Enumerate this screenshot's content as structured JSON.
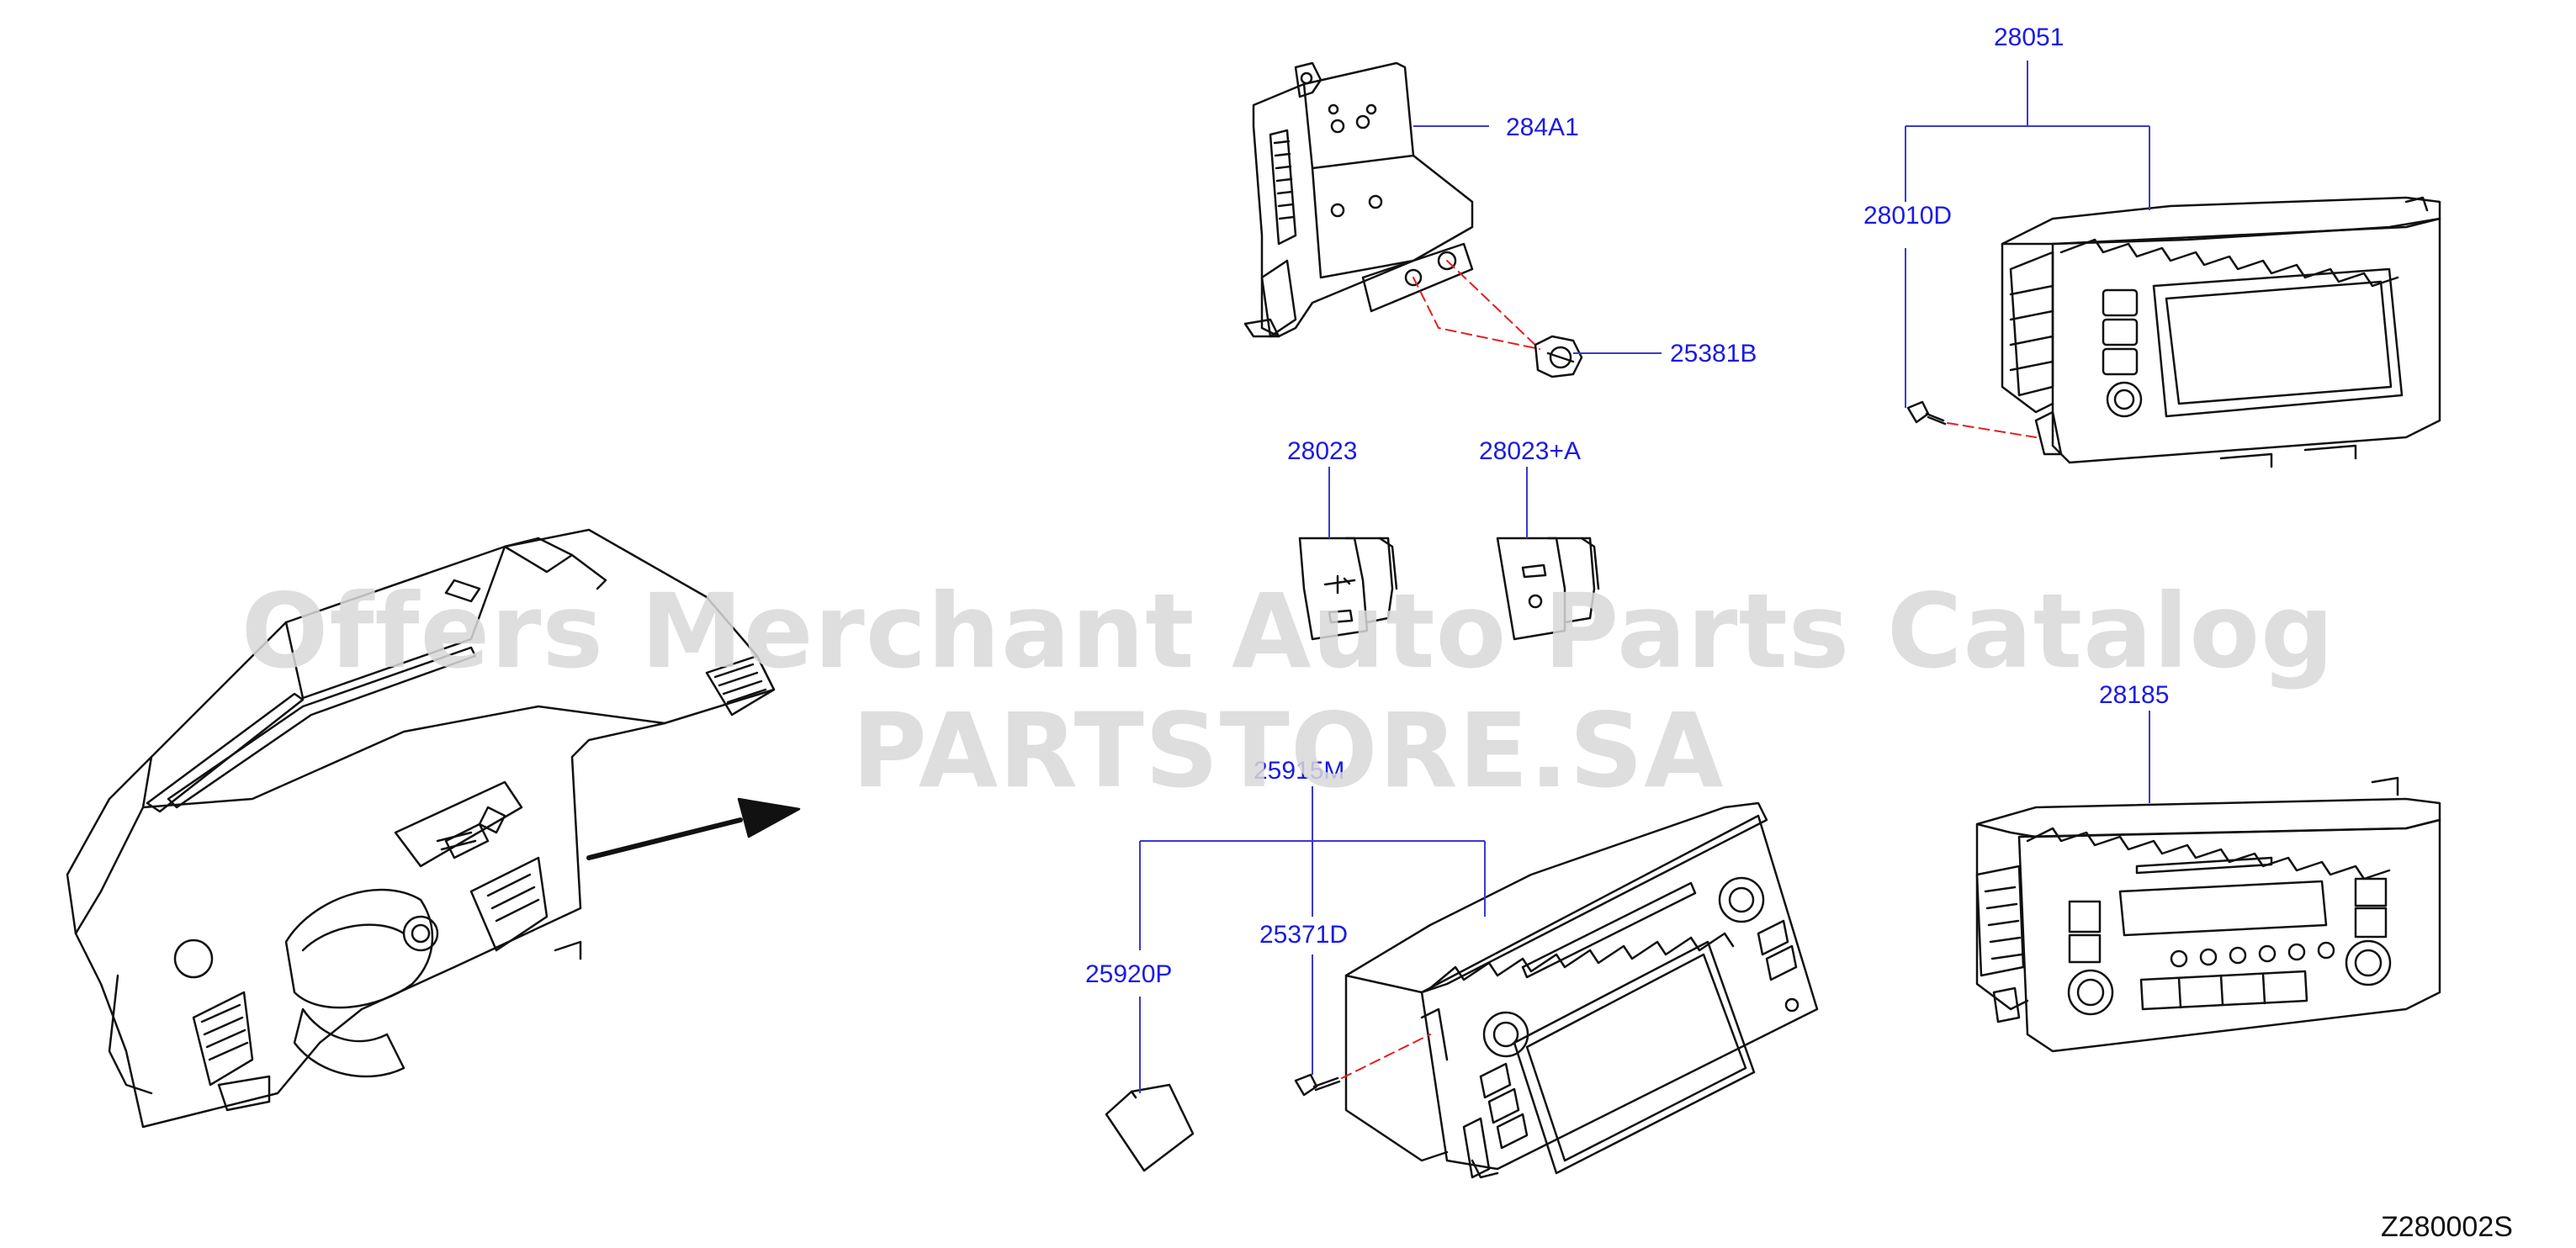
{
  "watermark": "Offers Merchant Auto Parts Catalog PARTSTORE.SA",
  "diagram_id": "Z280002S",
  "callouts": {
    "c284A1": "284A1",
    "c25381B": "25381B",
    "c28051": "28051",
    "c28010D": "28010D",
    "c28023": "28023",
    "c28023A": "28023+A",
    "c28185": "28185",
    "c25915M": "25915M",
    "c25371D": "25371D",
    "c25920P": "25920P"
  },
  "colors": {
    "callout": "#1a1ae6",
    "line": "#111111",
    "leader": "#3a3ad0",
    "dash": "#e02020",
    "watermark": "#d9d9d9"
  }
}
